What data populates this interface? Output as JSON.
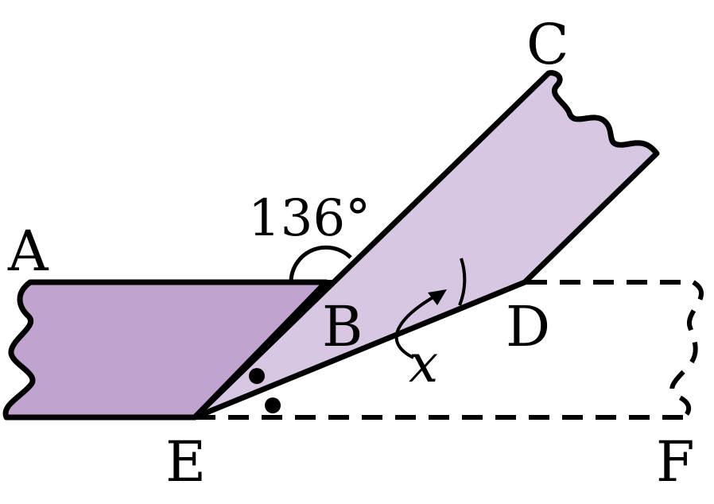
{
  "figure": {
    "points": {
      "A": "A",
      "B": "B",
      "C": "C",
      "D": "D",
      "E": "E",
      "F": "F"
    },
    "angle_label": "136°",
    "unknown_label": "x",
    "colors": {
      "strip_dark": "#c0a4cf",
      "strip_light": "#d7c7e3",
      "stroke": "#000000",
      "background": "#ffffff"
    }
  }
}
